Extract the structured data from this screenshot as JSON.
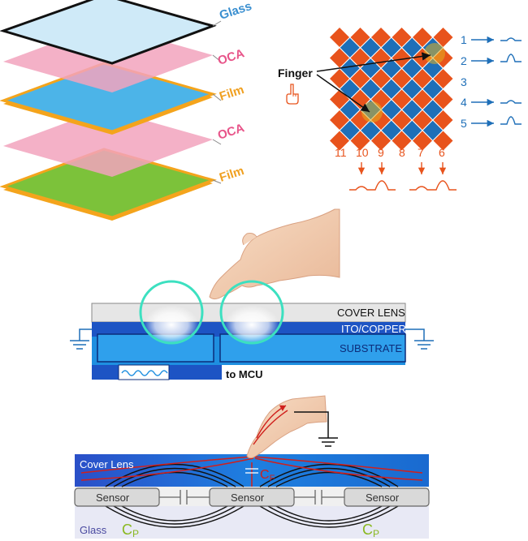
{
  "layers": {
    "items": [
      {
        "label": "Glass"
      },
      {
        "label": "OCA"
      },
      {
        "label": "Film"
      },
      {
        "label": "OCA"
      },
      {
        "label": "Film"
      }
    ]
  },
  "grid": {
    "finger_label": "Finger",
    "row_labels": [
      "1",
      "2",
      "3",
      "4",
      "5"
    ],
    "col_labels": [
      "11",
      "10",
      "9",
      "8",
      "7",
      "6"
    ]
  },
  "cross_section": {
    "cover_lens": "COVER LENS",
    "ito": "ITO/COPPER",
    "substrate": "SUBSTRATE",
    "mcu": "to MCU"
  },
  "capacitance": {
    "cover_lens": "Cover Lens",
    "sensors": [
      "Sensor",
      "Sensor",
      "Sensor"
    ],
    "glass": "Glass",
    "cf_main": "C",
    "cf_sub": "F",
    "cp_main": "C",
    "cp_sub": "P"
  },
  "colors": {
    "blue": "#1e6fb8",
    "orange": "#e8531c",
    "glass_label": "#3a8fd0",
    "oca_label": "#e8558a",
    "film_label": "#f0a020"
  }
}
